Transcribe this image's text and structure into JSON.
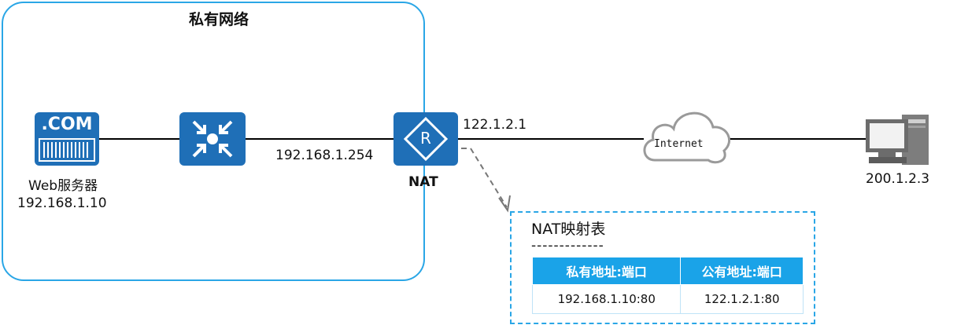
{
  "private_network": {
    "title": "私有网络"
  },
  "web_server": {
    "icon_text": ".COM",
    "name": "Web服务器",
    "ip": "192.168.1.10"
  },
  "router": {
    "name": "NAT",
    "glyph": "R",
    "inside_ip": "192.168.1.254",
    "outside_ip": "122.1.2.1"
  },
  "internet": {
    "label": "Internet"
  },
  "client": {
    "ip": "200.1.2.3"
  },
  "nat_table": {
    "title": "NAT映射表",
    "separator": "-------------",
    "headers": [
      "私有地址:端口",
      "公有地址:端口"
    ],
    "rows": [
      [
        "192.168.1.10:80",
        "122.1.2.1:80"
      ]
    ]
  },
  "colors": {
    "accent": "#2aa6e6",
    "device": "#1f6fb7",
    "table_header": "#1aa3e8",
    "cloud": "#9a9a9a"
  },
  "icons": [
    "server-com-icon",
    "switch-icon",
    "router-icon",
    "cloud-icon",
    "pc-icon"
  ]
}
